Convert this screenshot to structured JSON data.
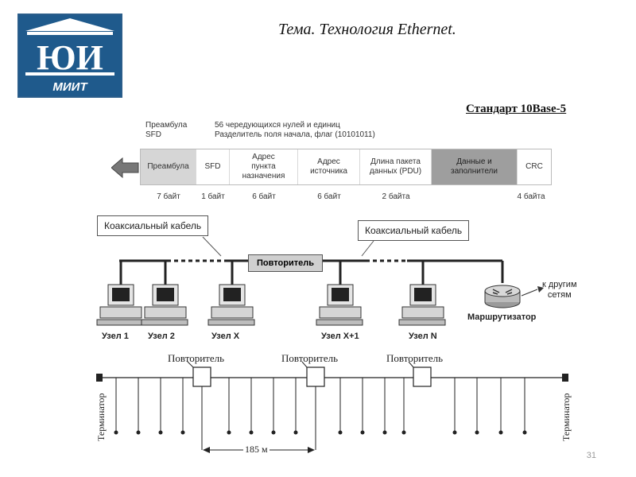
{
  "logo": {
    "letters": "ЮИ",
    "sub": "МИИТ"
  },
  "title": "Тема. Технология Ethernet.",
  "standard": "Стандарт 10Base-5",
  "frame": {
    "header_left": "Преамбула\nSFD",
    "header_right": "56 чередующихся нулей и единиц\nРазделитель поля начала, флаг (10101011)",
    "fields": [
      {
        "label": "Преамбула",
        "size": "7 байт"
      },
      {
        "label": "SFD",
        "size": "1 байт"
      },
      {
        "label": "Адрес\nпункта\nназначения",
        "size": "6 байт"
      },
      {
        "label": "Адрес\nисточника",
        "size": "6 байт"
      },
      {
        "label": "Длина пакета\nданных (PDU)",
        "size": "2 байта"
      },
      {
        "label": "Данные и\nзаполнители",
        "size": ""
      },
      {
        "label": "CRC",
        "size": "4 байта"
      }
    ]
  },
  "network": {
    "callout_left": "Коаксиальный кабель",
    "callout_right": "Коаксиальный кабель",
    "repeater": "Повторитель",
    "nodes": [
      "Узел 1",
      "Узел 2",
      "Узел X",
      "Узел X+1",
      "Узел N"
    ],
    "router": "Маршрутизатор",
    "other_networks": "к другим\nсетям"
  },
  "segment": {
    "repeaters": [
      "Повторитель",
      "Повторитель",
      "Повторитель"
    ],
    "terminator_left": "Терминатор",
    "terminator_right": "Терминатор",
    "distance": "185 м"
  },
  "slide_number": "31"
}
